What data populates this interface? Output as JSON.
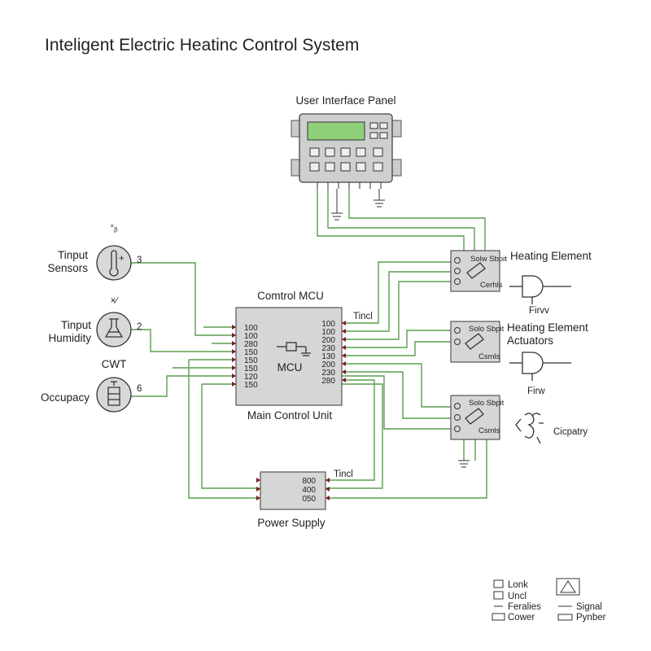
{
  "title": "Inteligent Electric Heatinc Control System",
  "ui_panel": {
    "label": "User Interface Panel"
  },
  "sensors": [
    {
      "label": [
        "Tinput",
        "Sensors"
      ],
      "symbol_caption": "°ᵦ",
      "pin_number": "3"
    },
    {
      "label": [
        "Tinput",
        "Humidity"
      ],
      "symbol_caption": "×∕",
      "pin_number": "2"
    },
    {
      "label": [
        "Occupacy"
      ],
      "symbol_caption": "CWT",
      "pin_number": "6"
    }
  ],
  "mcu": {
    "heading": "Comtrol MCU",
    "center_label": "MCU",
    "caption": "Main Control Unit",
    "side_label": "Tincl",
    "left_pins": [
      "100",
      "100",
      "280",
      "150",
      "150",
      "150",
      "120",
      "150"
    ],
    "right_pins": [
      "100",
      "100",
      "200",
      "230",
      "130",
      "200",
      "230",
      "280"
    ]
  },
  "actuators": [
    {
      "box_title": "Solw Sbpit",
      "box_sub": "Cerhls",
      "label": [
        "Heating Element"
      ],
      "symbol_caption": "Firvv"
    },
    {
      "box_title": "Solo Sbpit",
      "box_sub": "Csmls",
      "label": [
        "Heating Element",
        "Actuators"
      ],
      "symbol_caption": "Firw"
    },
    {
      "box_title": "Solo Sbpit",
      "box_sub": "Csmls",
      "label": [
        "Cicpatry"
      ],
      "symbol_caption": ""
    }
  ],
  "power_supply": {
    "caption": "Power Supply",
    "side_label": "Tincl",
    "pins": [
      "800",
      "400",
      "050"
    ]
  },
  "legend": {
    "left": [
      "Lonk",
      "Uncl",
      "Feralies",
      "Cower"
    ],
    "right": [
      "Signal",
      "Pynber"
    ]
  },
  "colors": {
    "wire": "#5a9e4f",
    "lcd": "#8fcf7a",
    "box": "#d6d6d6"
  }
}
